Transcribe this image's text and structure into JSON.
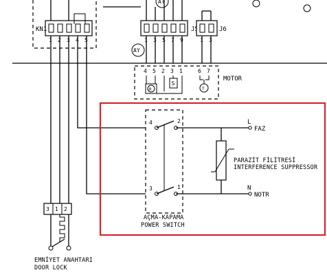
{
  "connectors": {
    "kn1": {
      "label": "KN1",
      "pins": [
        "1",
        "2",
        "3",
        "4",
        "5"
      ]
    },
    "j5": {
      "label": "J5",
      "pins": [
        "1",
        "3",
        "5",
        "7",
        "9"
      ]
    },
    "j6": {
      "label": "J6",
      "pins": [
        "1",
        "3"
      ]
    },
    "ay_badge": "AY",
    "at_badge": "AT"
  },
  "motor": {
    "label": "MOTOR",
    "pins": [
      "4",
      "5",
      "2",
      "3",
      "1",
      "6",
      "7"
    ],
    "r_symbol": "R",
    "s_symbol": "S",
    "t_symbol": "T"
  },
  "power_switch": {
    "terminals": [
      "4",
      "2",
      "3",
      "1"
    ],
    "label_tr": "AÇMA-KAPAMA",
    "label_en": "POWER SWITCH"
  },
  "mains": {
    "line_letter": "L",
    "line_name": "FAZ",
    "neutral_letter": "N",
    "neutral_name": "NOTR"
  },
  "filter": {
    "label_tr": "PARAZİT FİLİTRESİ",
    "label_en": "INTERFERENCE SUPPRESSOR"
  },
  "door_lock": {
    "pins": [
      "3",
      "1",
      "2"
    ],
    "label_tr": "EMNİYET ANAHTARI",
    "label_en": "DOOR LOCK"
  },
  "colors": {
    "highlight": "#e0202a",
    "ink": "#000000"
  }
}
